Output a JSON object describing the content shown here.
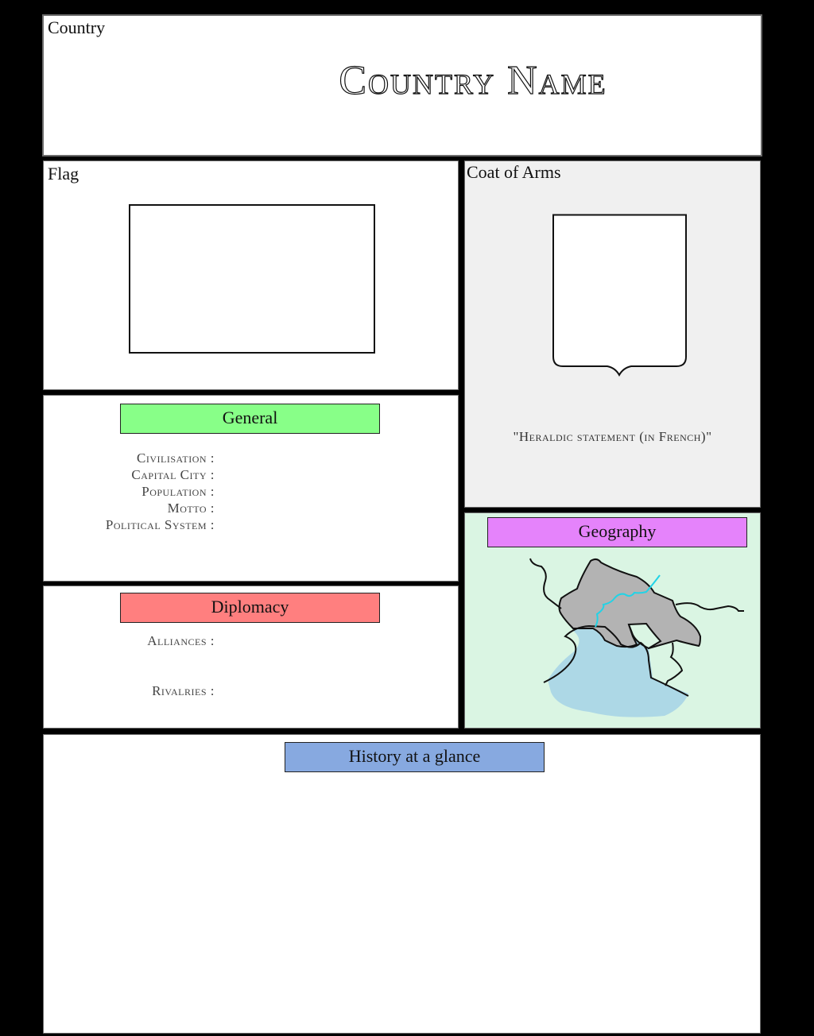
{
  "header": {
    "corner_label": "Country",
    "title": "Country Name"
  },
  "flag": {
    "label": "Flag"
  },
  "coat_of_arms": {
    "label": "Coat of Arms",
    "heraldic_statement": "\"Heraldic statement (in French)\""
  },
  "general": {
    "title": "General",
    "color": "#88ff88",
    "fields": [
      {
        "label": "Civilisation :"
      },
      {
        "label": "Capital City :"
      },
      {
        "label": "Population :"
      },
      {
        "label": "Motto :"
      },
      {
        "label": "Political System :"
      }
    ]
  },
  "diplomacy": {
    "title": "Diplomacy",
    "color": "#ff7f7f",
    "fields": [
      {
        "label": "Alliances :"
      },
      {
        "label": "Rivalries :"
      }
    ]
  },
  "geography": {
    "title": "Geography",
    "color": "#e583fb",
    "map_colors": {
      "background": "#daf5e3",
      "territory": "#b3b3b3",
      "sea": "#add8e6",
      "river": "#22d3e6",
      "border": "#111111"
    }
  },
  "history": {
    "title": "History at a glance",
    "color": "#87a9e0"
  }
}
